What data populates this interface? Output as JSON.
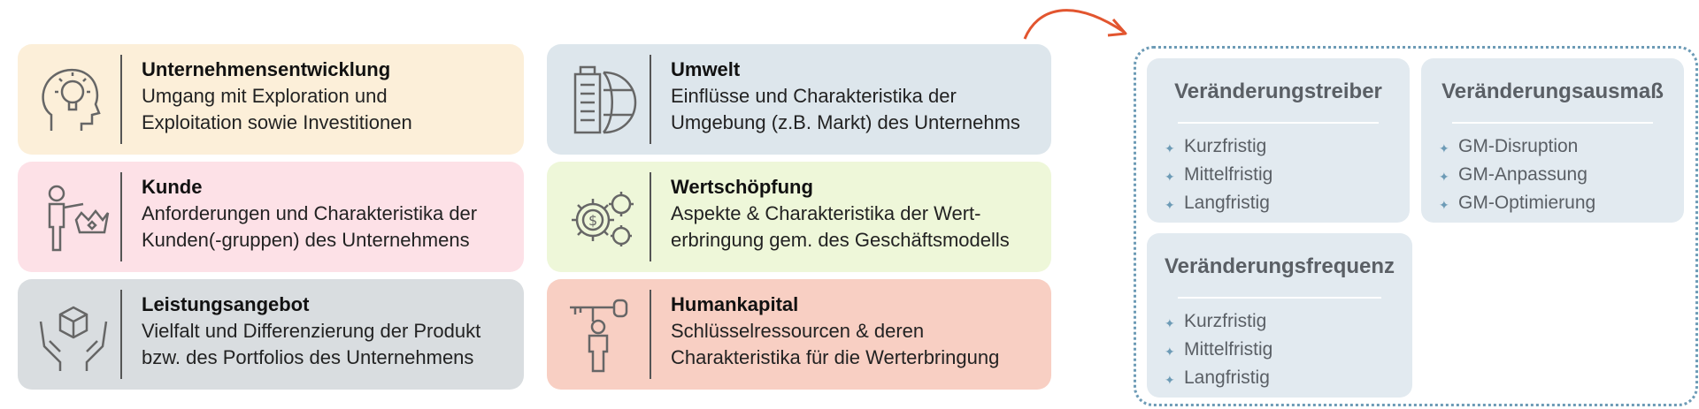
{
  "cards": [
    {
      "title": "Unternehmensentwicklung",
      "lines": [
        "Umgang mit Exploration und",
        "Exploitation sowie Investitionen"
      ],
      "icon": "head-lightbulb-icon",
      "color": "#fcefd9"
    },
    {
      "title": "Kunde",
      "lines": [
        "Anforderungen und Charakteristika der",
        "Kunden(-gruppen) des Unternehmens"
      ],
      "icon": "person-crown-icon",
      "color": "#fde1e7"
    },
    {
      "title": "Leistungsangebot",
      "lines": [
        "Vielfalt und Differenzierung der Produkt",
        "bzw. des Portfolios des Unternehmens"
      ],
      "icon": "hands-box-icon",
      "color": "#d9dde0"
    },
    {
      "title": "Umwelt",
      "lines": [
        "Einflüsse und Charakteristika der",
        "Umgebung (z.B. Markt) des Unternehms"
      ],
      "icon": "building-globe-icon",
      "color": "#dde6ec"
    },
    {
      "title": "Wertschöpfung",
      "lines": [
        "Aspekte & Charakteristika der Wert-",
        "erbringung gem. des Geschäftsmodells"
      ],
      "icon": "gears-dollar-icon",
      "color": "#eef7d9"
    },
    {
      "title": "Humankapital",
      "lines": [
        "Schlüsselressourcen & deren",
        "Charakteristika für die Werterbringung"
      ],
      "icon": "person-key-icon",
      "color": "#f8cfc3"
    }
  ],
  "panels": [
    {
      "title": "Veränderungstreiber",
      "items": [
        "Kurzfristig",
        "Mittelfristig",
        "Langfristig"
      ]
    },
    {
      "title": "Veränderungsausmaß",
      "items": [
        "GM-Disruption",
        "GM-Anpassung",
        "GM-Optimierung"
      ]
    },
    {
      "title": "Veränderungsfrequenz",
      "items": [
        "Kurzfristig",
        "Mittelfristig",
        "Langfristig"
      ]
    }
  ],
  "colors": {
    "panel_bg": "#e2eaf0",
    "frame": "#6d9bb6",
    "arrow": "#e2552f"
  }
}
